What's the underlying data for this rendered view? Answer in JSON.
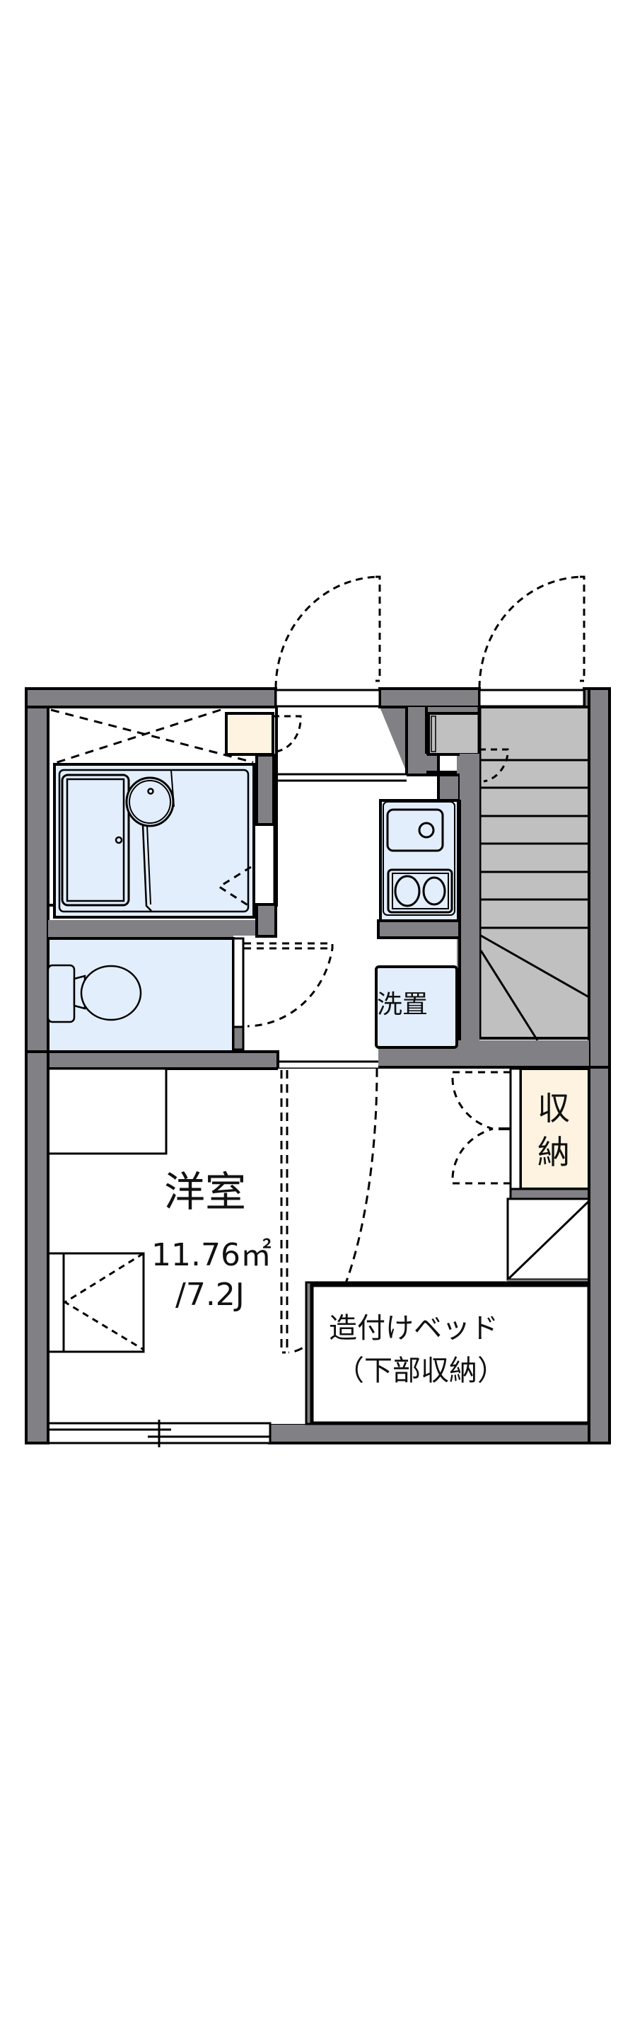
{
  "floor_plan": {
    "rooms": [
      {
        "id": "western_room",
        "label": "洋室",
        "area": "11.76㎡",
        "jo": "/7.2J"
      },
      {
        "id": "bathroom",
        "label": ""
      },
      {
        "id": "toilet",
        "label": ""
      },
      {
        "id": "kitchen",
        "label": ""
      },
      {
        "id": "stairs",
        "label": ""
      }
    ],
    "fixtures": {
      "washer_space": "洗置",
      "storage": [
        "収",
        "納"
      ],
      "built_in_bed": {
        "line1": "造付けベッド",
        "line2": "（下部収納）"
      }
    },
    "colors": {
      "wall": "#818085",
      "outline": "#000000",
      "wet_area": "#e3eefc",
      "storage_fill": "#fdf3e0",
      "stair_fill": "#c0c0c0",
      "background": "#ffffff"
    }
  }
}
